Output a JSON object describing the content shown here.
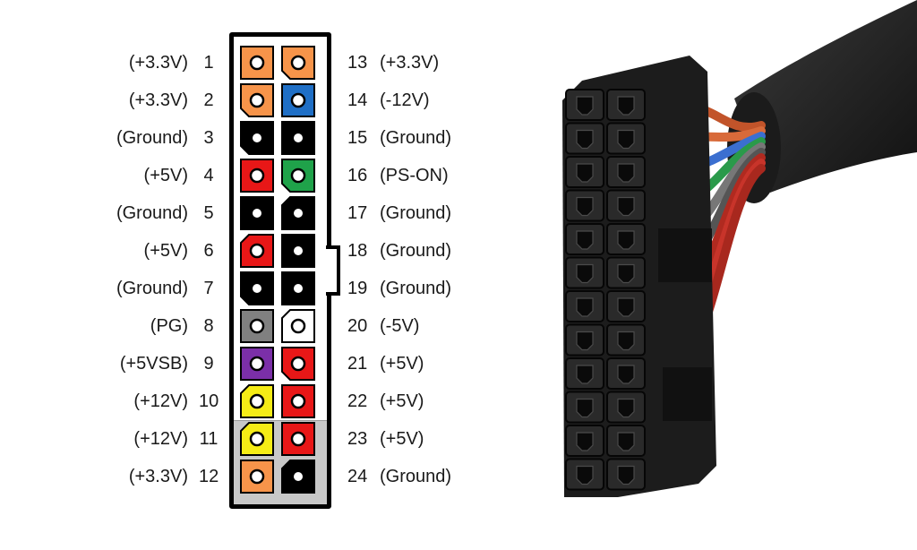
{
  "pinout": {
    "left": [
      {
        "pin": "1",
        "signal": "(+3.3V)",
        "color": "#f7944a",
        "shape": "square"
      },
      {
        "pin": "2",
        "signal": "(+3.3V)",
        "color": "#f7944a",
        "shape": "chamfer-bottom"
      },
      {
        "pin": "3",
        "signal": "(Ground)",
        "color": "#000000",
        "shape": "chamfer-bottom"
      },
      {
        "pin": "4",
        "signal": "(+5V)",
        "color": "#e81717",
        "shape": "square"
      },
      {
        "pin": "5",
        "signal": "(Ground)",
        "color": "#000000",
        "shape": "square"
      },
      {
        "pin": "6",
        "signal": "(+5V)",
        "color": "#e81717",
        "shape": "chamfer-top"
      },
      {
        "pin": "7",
        "signal": "(Ground)",
        "color": "#000000",
        "shape": "chamfer-bottom"
      },
      {
        "pin": "8",
        "signal": "(PG)",
        "color": "#808080",
        "shape": "square"
      },
      {
        "pin": "9",
        "signal": "(+5VSB)",
        "color": "#7b2fa8",
        "shape": "square"
      },
      {
        "pin": "10",
        "signal": "(+12V)",
        "color": "#f5ec16",
        "shape": "chamfer-top"
      },
      {
        "pin": "11",
        "signal": "(+12V)",
        "color": "#f5ec16",
        "shape": "chamfer-top"
      },
      {
        "pin": "12",
        "signal": "(+3.3V)",
        "color": "#f7944a",
        "shape": "square"
      }
    ],
    "right": [
      {
        "pin": "13",
        "signal": "(+3.3V)",
        "color": "#f7944a",
        "shape": "chamfer-bottom"
      },
      {
        "pin": "14",
        "signal": "(-12V)",
        "color": "#1f6fc6",
        "shape": "square"
      },
      {
        "pin": "15",
        "signal": "(Ground)",
        "color": "#000000",
        "shape": "square"
      },
      {
        "pin": "16",
        "signal": "(PS-ON)",
        "color": "#1fa24a",
        "shape": "chamfer-bottom"
      },
      {
        "pin": "17",
        "signal": "(Ground)",
        "color": "#000000",
        "shape": "chamfer-top"
      },
      {
        "pin": "18",
        "signal": "(Ground)",
        "color": "#000000",
        "shape": "square"
      },
      {
        "pin": "19",
        "signal": "(Ground)",
        "color": "#000000",
        "shape": "square"
      },
      {
        "pin": "20",
        "signal": "(-5V)",
        "color": "#ffffff",
        "shape": "chamfer-top"
      },
      {
        "pin": "21",
        "signal": "(+5V)",
        "color": "#e81717",
        "shape": "chamfer-bottom"
      },
      {
        "pin": "22",
        "signal": "(+5V)",
        "color": "#e81717",
        "shape": "square"
      },
      {
        "pin": "23",
        "signal": "(+5V)",
        "color": "#e81717",
        "shape": "square"
      },
      {
        "pin": "24",
        "signal": "(Ground)",
        "color": "#000000",
        "shape": "chamfer-top"
      }
    ]
  },
  "photo": {
    "wire_colors": [
      "#c2542a",
      "#d86a3a",
      "#3b6fd0",
      "#2a9a4a",
      "#777777",
      "#555555",
      "#b02a20",
      "#c8342a",
      "#a8281e"
    ]
  }
}
